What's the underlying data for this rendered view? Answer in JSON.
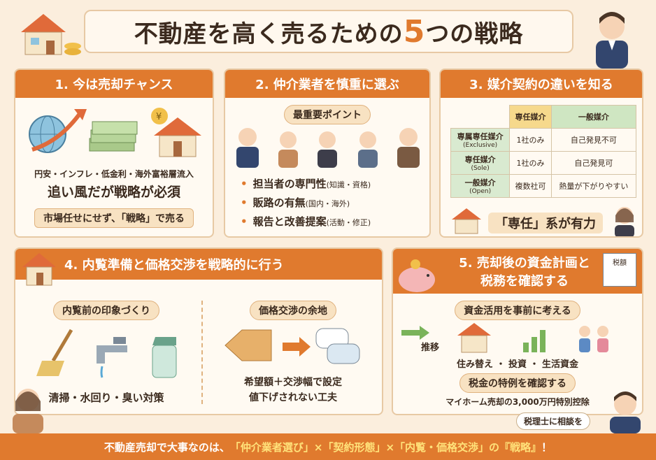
{
  "title": {
    "pre": "不動産を高く売るための",
    "num": "5",
    "post": "つの戦略"
  },
  "s1": {
    "head": "1. 今は売却チャンス",
    "line1": "円安・インフレ・低金利・海外富裕層流入",
    "line2": "追い風だが戦略が必須",
    "box": "市場任せにせず、「戦略」で売る"
  },
  "s2": {
    "head": "2. 仲介業者を慎重に選ぶ",
    "badge": "最重要ポイント",
    "b1": "担当者の専門性",
    "b1s": "(知識・資格)",
    "b2": "販路の有無",
    "b2s": "(国内・海外)",
    "b3": "報告と改善提案",
    "b3s": "(活動・修正)"
  },
  "s3": {
    "head": "3. 媒介契約の違いを知る",
    "col1": "専任媒介",
    "col2": "一般媒介",
    "rows": [
      {
        "h": "専属専任媒介",
        "hs": "(Exclusive)",
        "a": "1社のみ",
        "b": "自己発見不可"
      },
      {
        "h": "専任媒介",
        "hs": "(Sole)",
        "a": "1社のみ",
        "b": "自己発見可"
      },
      {
        "h": "一般媒介",
        "hs": "(Open)",
        "a": "複数社可",
        "b": "熱量が下がりやすい"
      }
    ],
    "conclusion": "「専任」系が有力"
  },
  "s4": {
    "head": "4. 内覧準備と価格交渉を戦略的に行う",
    "left_title": "内覧前の印象づくり",
    "left_caption": "清掃・水回り・臭い対策",
    "right_title": "価格交渉の余地",
    "right_l1": "希望額＋交渉幅で設定",
    "right_l2": "値下げされない工夫"
  },
  "s5": {
    "head1": "5. 売却後の資金計画と",
    "head2": "税務を確認する",
    "badge1": "資金活用を事前に考える",
    "arrow": "推移",
    "uses": "住み替え ・ 投資 ・ 生活資金",
    "badge2": "税金の特例を確認する",
    "note": "マイホーム売却の3,000万円特別控除",
    "doc": "税額"
  },
  "speech": "税理士に相談を",
  "footer": {
    "pre": "不動産売却で大事なのは、",
    "hl": "「仲介業者選び」×「契約形態」×「内覧・価格交渉」の『戦略』",
    "post": "！"
  },
  "colors": {
    "accent": "#e07a2e",
    "bg": "#fbeedd"
  }
}
